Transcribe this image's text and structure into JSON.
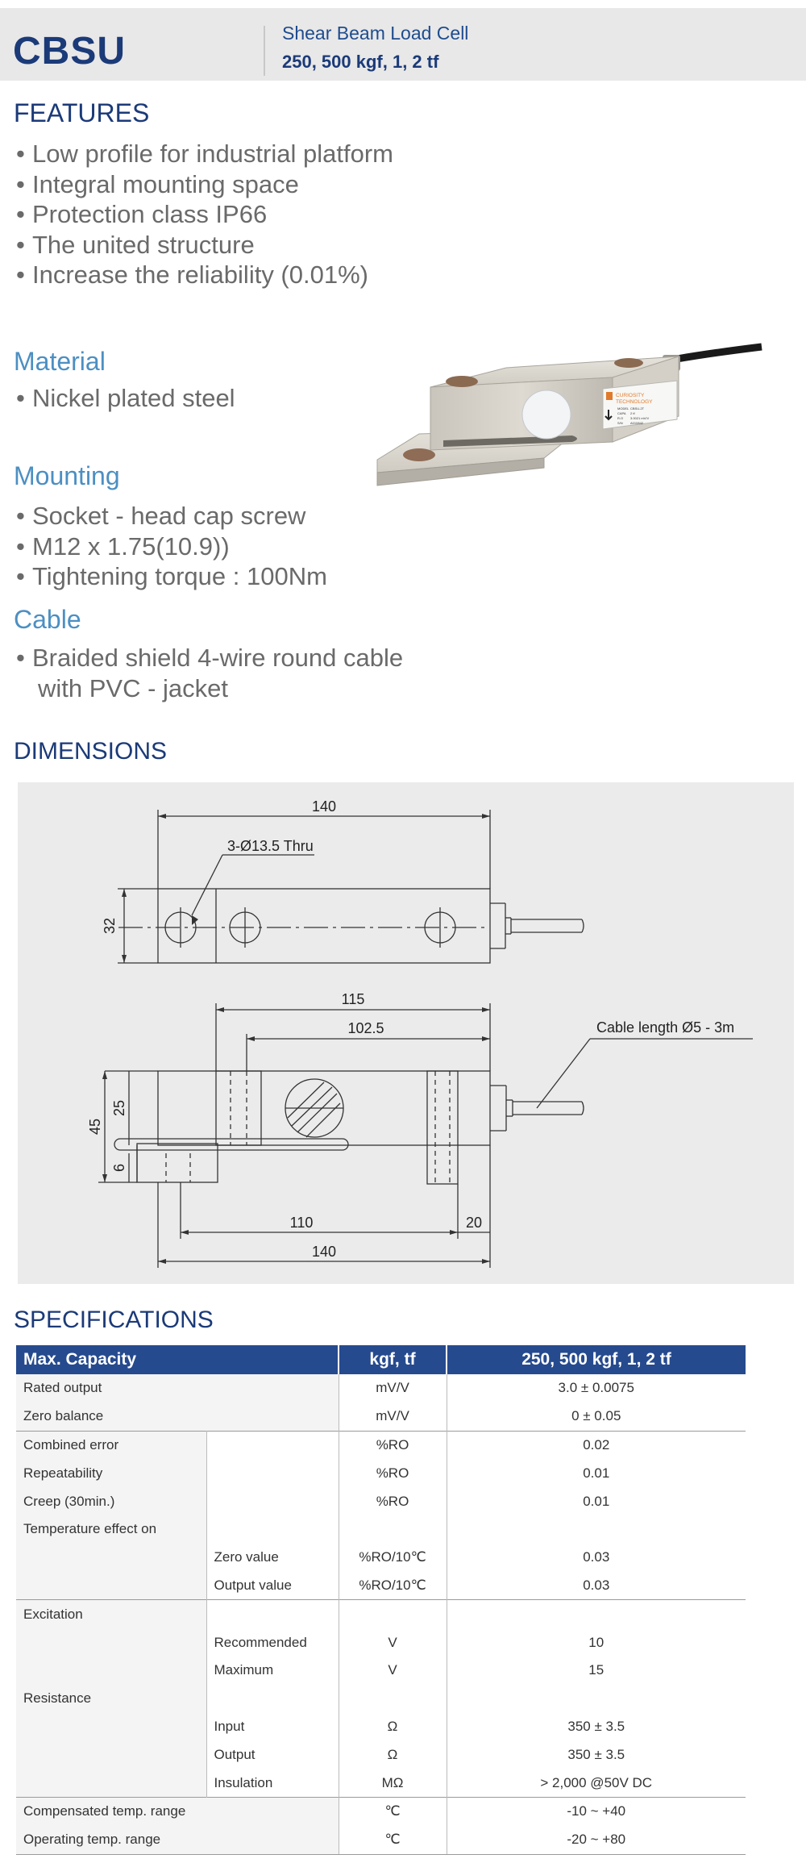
{
  "header": {
    "model": "CBSU",
    "subtitle": "Shear Beam Load Cell",
    "range": "250, 500 kgf, 1, 2 tf"
  },
  "features": {
    "heading": "FEATURES",
    "items": [
      "Low profile for industrial platform",
      "Integral mounting space",
      "Protection class IP66",
      "The united structure",
      "Increase the reliability (0.01%)"
    ]
  },
  "material": {
    "heading": "Material",
    "items": [
      "Nickel plated steel"
    ]
  },
  "mounting": {
    "heading": "Mounting",
    "items": [
      "Socket - head cap screw",
      "M12 x 1.75(10.9))",
      "Tightening torque : 100Nm"
    ]
  },
  "cable": {
    "heading": "Cable",
    "line1": "Braided shield 4-wire round cable",
    "line2": "with PVC - jacket"
  },
  "product_label": {
    "brand1": "CURIOSITY",
    "brand2": "TECHNOLOGY",
    "model_field": "MODEL",
    "model_value": "CBSU-2T",
    "capa_field": "CAPA",
    "capa_value": "2 tf",
    "ro_field": "R.O",
    "ro_value": "3.0021 mV/V",
    "sn_field": "S/N",
    "sn_value": "A010842"
  },
  "dimensions": {
    "heading": "DIMENSIONS",
    "top_view": {
      "length": "140",
      "holes": "3-Ø13.5 Thru",
      "height": "32"
    },
    "side_view": {
      "dim_115": "115",
      "dim_102_5": "102.5",
      "cable": "Cable length Ø5 - 3m",
      "dim_45": "45",
      "dim_25": "25",
      "dim_6": "6",
      "dim_110": "110",
      "dim_20": "20",
      "dim_140": "140"
    }
  },
  "specifications": {
    "heading": "SPECIFICATIONS",
    "columns": [
      "Max. Capacity",
      "kgf, tf",
      "250, 500 kgf, 1, 2 tf"
    ],
    "rows": [
      {
        "label": "Rated output",
        "sub": "",
        "unit": "mV/V",
        "value": "3.0 ± 0.0075"
      },
      {
        "label": "Zero balance",
        "sub": "",
        "unit": "mV/V",
        "value": "0 ± 0.05"
      },
      {
        "label": "Combined error",
        "sub": "",
        "unit": "%RO",
        "value": "0.02"
      },
      {
        "label": "Repeatability",
        "sub": "",
        "unit": "%RO",
        "value": "0.01"
      },
      {
        "label": "Creep (30min.)",
        "sub": "",
        "unit": "%RO",
        "value": "0.01"
      },
      {
        "label": "Temperature effect on",
        "sub": "",
        "unit": "",
        "value": ""
      },
      {
        "label": "",
        "sub": "Zero value",
        "unit": "%RO/10℃",
        "value": "0.03"
      },
      {
        "label": "",
        "sub": "Output  value",
        "unit": "%RO/10℃",
        "value": "0.03"
      },
      {
        "label": "Excitation",
        "sub": "",
        "unit": "",
        "value": ""
      },
      {
        "label": "",
        "sub": "Recommended",
        "unit": "V",
        "value": "10"
      },
      {
        "label": "",
        "sub": "Maximum",
        "unit": "V",
        "value": "15"
      },
      {
        "label": "Resistance",
        "sub": "",
        "unit": "",
        "value": ""
      },
      {
        "label": "",
        "sub": "Input",
        "unit": "Ω",
        "value": "350 ± 3.5"
      },
      {
        "label": "",
        "sub": "Output",
        "unit": "Ω",
        "value": "350 ± 3.5"
      },
      {
        "label": "",
        "sub": "Insulation",
        "unit": "MΩ",
        "value": "> 2,000 @50V DC"
      },
      {
        "label": "Compensated temp. range",
        "sub": "",
        "unit": "℃",
        "value": "-10 ~ +40"
      },
      {
        "label": "Operating temp. range",
        "sub": "",
        "unit": "℃",
        "value": "-20 ~ +80"
      }
    ]
  }
}
